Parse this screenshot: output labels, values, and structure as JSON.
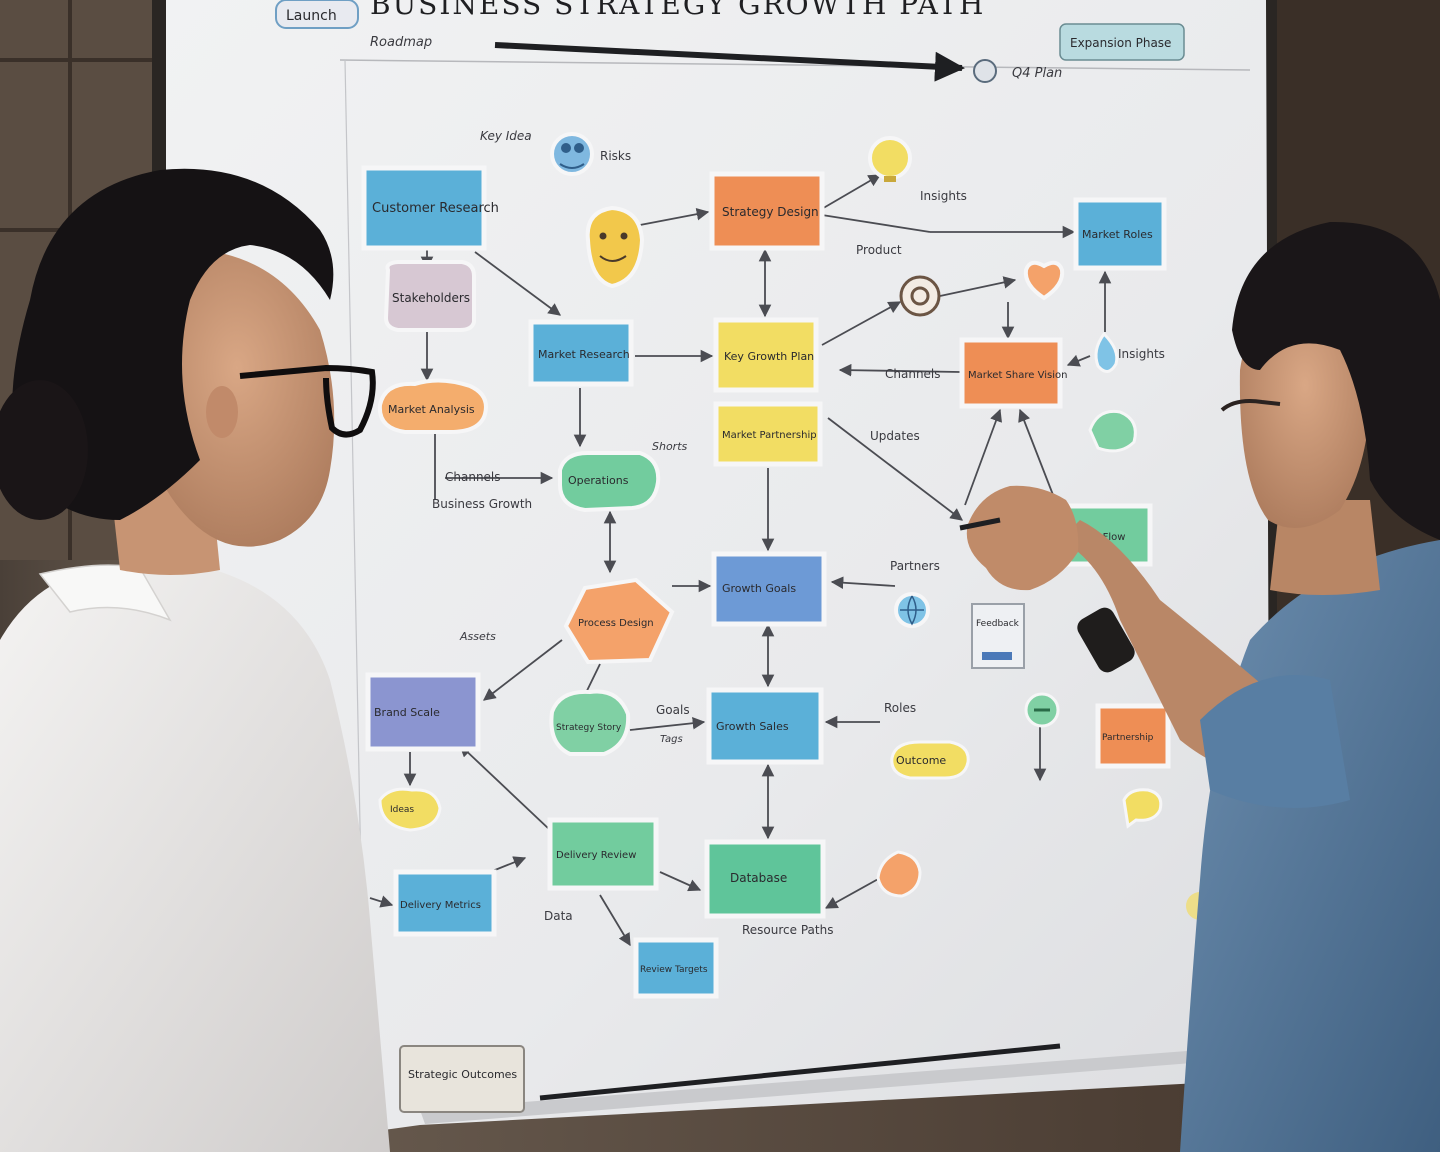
{
  "board": {
    "title": "BUSINESS STRATEGY GROWTH PATH",
    "top_tag_left": "Launch",
    "top_note_left": "Roadmap",
    "top_tag_right": "Expansion Phase",
    "top_note_right": "Q4 Plan",
    "bottom_tag": "Strategic Outcomes"
  },
  "nodes": [
    {
      "id": "n1",
      "label": "Customer Research"
    },
    {
      "id": "n2",
      "label": "Stakeholders"
    },
    {
      "id": "n3",
      "label": "Market Analysis"
    },
    {
      "id": "n4",
      "label": "Strategy Design"
    },
    {
      "id": "n5",
      "label": "Market Research"
    },
    {
      "id": "n6",
      "label": "Key Growth Plan"
    },
    {
      "id": "n7",
      "label": "Market Partnership"
    },
    {
      "id": "n8",
      "label": "Market Share Vision"
    },
    {
      "id": "n9",
      "label": "Market Roles"
    },
    {
      "id": "n10",
      "label": "Operations"
    },
    {
      "id": "n11",
      "label": "Growth Goals"
    },
    {
      "id": "n12",
      "label": "Process Design"
    },
    {
      "id": "n13",
      "label": "Brand Scale"
    },
    {
      "id": "n14",
      "label": "Strategy Story"
    },
    {
      "id": "n15",
      "label": "Growth Sales"
    },
    {
      "id": "n16",
      "label": "Value Flow"
    },
    {
      "id": "n17",
      "label": "Partnership"
    },
    {
      "id": "n18",
      "label": "Feedback"
    },
    {
      "id": "n19",
      "label": "Delivery Review"
    },
    {
      "id": "n20",
      "label": "Database"
    },
    {
      "id": "n21",
      "label": "Delivery Metrics"
    },
    {
      "id": "n22",
      "label": "Review Targets"
    },
    {
      "id": "n23",
      "label": "Outcome"
    },
    {
      "id": "n24",
      "label": "Ideas"
    }
  ],
  "annotations": {
    "a1": "Key Idea",
    "a2": "Risks",
    "a3": "Insights",
    "a4": "Product",
    "a5": "Insights",
    "a6": "Channels",
    "a7": "Channels",
    "a8": "Business Growth",
    "a9": "Updates",
    "a10": "Shorts",
    "a11": "Partners",
    "a12": "Goals",
    "a13": "Roles",
    "a14": "Resource Paths",
    "a15": "Data",
    "a16": "Assets",
    "a17": "Tags"
  },
  "colors": {
    "blue": "#5bb0d8",
    "orange": "#ee8e55",
    "yellow": "#f2dd63",
    "green": "#72cc9e",
    "purple": "#8b95d0",
    "mauve": "#d7c8d3",
    "board": "#ecedee"
  }
}
